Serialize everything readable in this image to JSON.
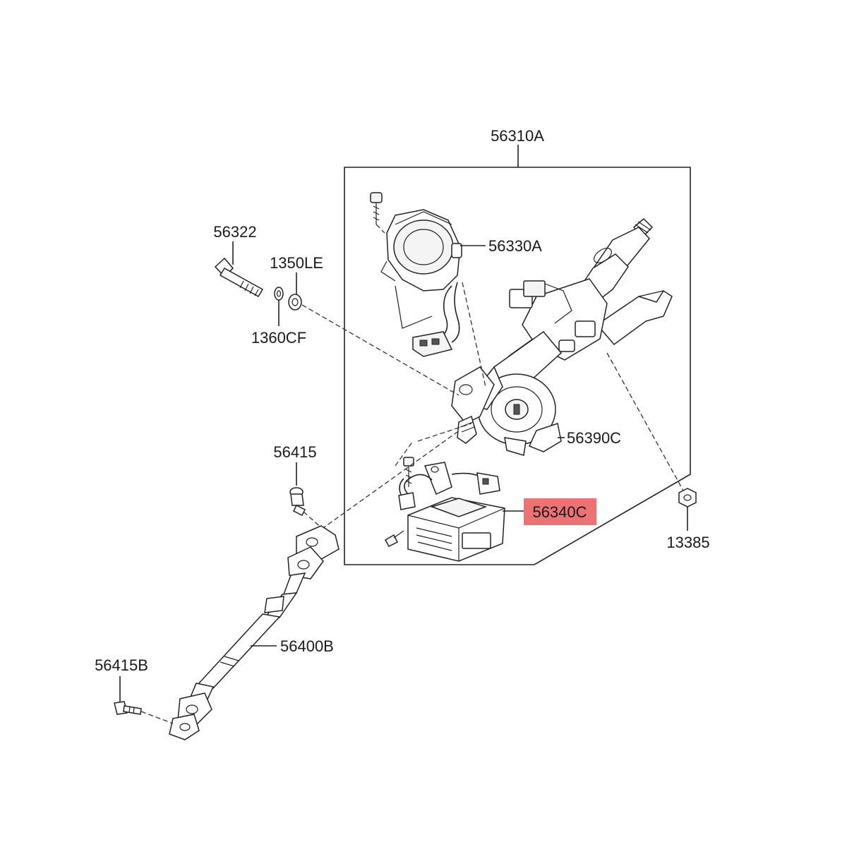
{
  "callouts": [
    {
      "id": "56310A",
      "text": "56310A"
    },
    {
      "id": "56330A",
      "text": "56330A"
    },
    {
      "id": "56322",
      "text": "56322"
    },
    {
      "id": "1350LE",
      "text": "1350LE"
    },
    {
      "id": "1360CF",
      "text": "1360CF"
    },
    {
      "id": "56390C",
      "text": "56390C"
    },
    {
      "id": "56415",
      "text": "56415"
    },
    {
      "id": "56340C",
      "text": "56340C",
      "highlighted": true
    },
    {
      "id": "13385",
      "text": "13385"
    },
    {
      "id": "56400B",
      "text": "56400B"
    },
    {
      "id": "56415B",
      "text": "56415B"
    }
  ],
  "colors": {
    "highlight": "#e85a5a",
    "line": "#222222",
    "background": "#ffffff"
  }
}
